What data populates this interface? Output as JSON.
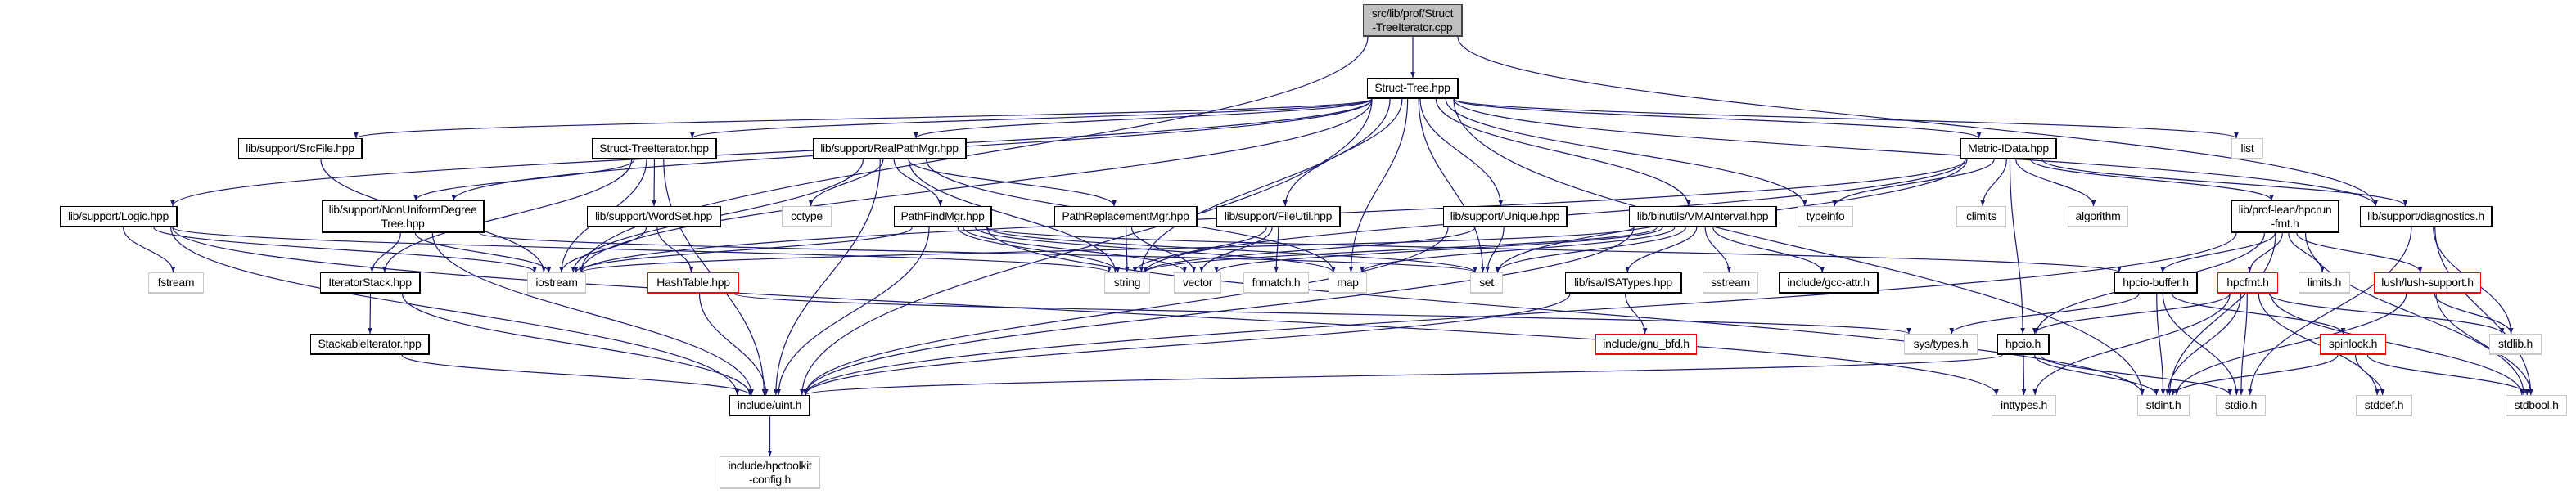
{
  "diagram": {
    "type": "include-dependency-graph",
    "edge_color": "#191970",
    "nodes": [
      {
        "id": "root",
        "label": "src/lib/prof/Struct\n-TreeIterator.cpp",
        "kind": "root"
      },
      {
        "id": "structtree",
        "label": "Struct-Tree.hpp",
        "kind": "doc"
      },
      {
        "id": "srcfile",
        "label": "lib/support/SrcFile.hpp",
        "kind": "doc"
      },
      {
        "id": "sti",
        "label": "Struct-TreeIterator.hpp",
        "kind": "doc"
      },
      {
        "id": "realpath",
        "label": "lib/support/RealPathMgr.hpp",
        "kind": "doc"
      },
      {
        "id": "metric",
        "label": "Metric-IData.hpp",
        "kind": "doc"
      },
      {
        "id": "list",
        "label": "list",
        "kind": "std"
      },
      {
        "id": "logic",
        "label": "lib/support/Logic.hpp",
        "kind": "doc"
      },
      {
        "id": "nonuniform",
        "label": "lib/support/NonUniformDegree\nTree.hpp",
        "kind": "doc"
      },
      {
        "id": "wordset",
        "label": "lib/support/WordSet.hpp",
        "kind": "doc"
      },
      {
        "id": "cctype",
        "label": "cctype",
        "kind": "std"
      },
      {
        "id": "pathfind",
        "label": "PathFindMgr.hpp",
        "kind": "doc"
      },
      {
        "id": "pathrepl",
        "label": "PathReplacementMgr.hpp",
        "kind": "doc"
      },
      {
        "id": "fileutil",
        "label": "lib/support/FileUtil.hpp",
        "kind": "doc"
      },
      {
        "id": "unique",
        "label": "lib/support/Unique.hpp",
        "kind": "doc"
      },
      {
        "id": "vma",
        "label": "lib/binutils/VMAInterval.hpp",
        "kind": "doc"
      },
      {
        "id": "typeinfo",
        "label": "typeinfo",
        "kind": "std"
      },
      {
        "id": "climits",
        "label": "climits",
        "kind": "std"
      },
      {
        "id": "algorithm",
        "label": "algorithm",
        "kind": "std"
      },
      {
        "id": "hpcrunfmt",
        "label": "lib/prof-lean/hpcrun\n-fmt.h",
        "kind": "doc"
      },
      {
        "id": "diagnostics",
        "label": "lib/support/diagnostics.h",
        "kind": "doc"
      },
      {
        "id": "fstream",
        "label": "fstream",
        "kind": "std"
      },
      {
        "id": "iterstack",
        "label": "IteratorStack.hpp",
        "kind": "doc"
      },
      {
        "id": "iostream",
        "label": "iostream",
        "kind": "std"
      },
      {
        "id": "hashtable",
        "label": "HashTable.hpp",
        "kind": "red"
      },
      {
        "id": "string",
        "label": "string",
        "kind": "std"
      },
      {
        "id": "vector",
        "label": "vector",
        "kind": "std"
      },
      {
        "id": "fnmatch",
        "label": "fnmatch.h",
        "kind": "std"
      },
      {
        "id": "map",
        "label": "map",
        "kind": "std"
      },
      {
        "id": "set",
        "label": "set",
        "kind": "std"
      },
      {
        "id": "isatypes",
        "label": "lib/isa/ISATypes.hpp",
        "kind": "doc"
      },
      {
        "id": "sstream",
        "label": "sstream",
        "kind": "std"
      },
      {
        "id": "gccattr",
        "label": "include/gcc-attr.h",
        "kind": "doc"
      },
      {
        "id": "hpciobuf",
        "label": "hpcio-buffer.h",
        "kind": "doc"
      },
      {
        "id": "hpcfmt",
        "label": "hpcfmt.h",
        "kind": "red"
      },
      {
        "id": "limits",
        "label": "limits.h",
        "kind": "std"
      },
      {
        "id": "lush",
        "label": "lush/lush-support.h",
        "kind": "red"
      },
      {
        "id": "stackable",
        "label": "StackableIterator.hpp",
        "kind": "doc"
      },
      {
        "id": "gnubfd",
        "label": "include/gnu_bfd.h",
        "kind": "red"
      },
      {
        "id": "systypes",
        "label": "sys/types.h",
        "kind": "std"
      },
      {
        "id": "hpcio",
        "label": "hpcio.h",
        "kind": "doc"
      },
      {
        "id": "spinlock",
        "label": "spinlock.h",
        "kind": "red"
      },
      {
        "id": "stdlib",
        "label": "stdlib.h",
        "kind": "std"
      },
      {
        "id": "uint",
        "label": "include/uint.h",
        "kind": "doc"
      },
      {
        "id": "inttypes",
        "label": "inttypes.h",
        "kind": "std"
      },
      {
        "id": "stdint",
        "label": "stdint.h",
        "kind": "std"
      },
      {
        "id": "stdio",
        "label": "stdio.h",
        "kind": "std"
      },
      {
        "id": "stddef",
        "label": "stddef.h",
        "kind": "std"
      },
      {
        "id": "stdbool",
        "label": "stdbool.h",
        "kind": "std"
      },
      {
        "id": "hpctkconfig",
        "label": "include/hpctoolkit\n-config.h",
        "kind": "std"
      }
    ],
    "edges": [
      [
        "root",
        "structtree"
      ],
      [
        "root",
        "iostream"
      ],
      [
        "root",
        "diagnostics"
      ],
      [
        "structtree",
        "srcfile"
      ],
      [
        "structtree",
        "sti"
      ],
      [
        "structtree",
        "realpath"
      ],
      [
        "structtree",
        "metric"
      ],
      [
        "structtree",
        "list"
      ],
      [
        "structtree",
        "logic"
      ],
      [
        "structtree",
        "nonuniform"
      ],
      [
        "structtree",
        "fileutil"
      ],
      [
        "structtree",
        "unique"
      ],
      [
        "structtree",
        "vma"
      ],
      [
        "structtree",
        "typeinfo"
      ],
      [
        "structtree",
        "diagnostics"
      ],
      [
        "structtree",
        "iostream"
      ],
      [
        "structtree",
        "string"
      ],
      [
        "structtree",
        "map"
      ],
      [
        "structtree",
        "set"
      ],
      [
        "structtree",
        "uint"
      ],
      [
        "structtree",
        "stdint"
      ],
      [
        "srcfile",
        "iostream"
      ],
      [
        "sti",
        "nonuniform"
      ],
      [
        "sti",
        "wordset"
      ],
      [
        "sti",
        "iostream"
      ],
      [
        "sti",
        "uint"
      ],
      [
        "sti",
        "iterstack"
      ],
      [
        "realpath",
        "cctype"
      ],
      [
        "realpath",
        "pathfind"
      ],
      [
        "realpath",
        "pathrepl"
      ],
      [
        "realpath",
        "string"
      ],
      [
        "realpath",
        "map"
      ],
      [
        "realpath",
        "iostream"
      ],
      [
        "realpath",
        "uint"
      ],
      [
        "metric",
        "typeinfo"
      ],
      [
        "metric",
        "climits"
      ],
      [
        "metric",
        "algorithm"
      ],
      [
        "metric",
        "hpcrunfmt"
      ],
      [
        "metric",
        "diagnostics"
      ],
      [
        "metric",
        "iostream"
      ],
      [
        "metric",
        "string"
      ],
      [
        "metric",
        "set"
      ],
      [
        "metric",
        "hpcio"
      ],
      [
        "logic",
        "fstream"
      ],
      [
        "logic",
        "iostream"
      ],
      [
        "logic",
        "string"
      ],
      [
        "logic",
        "uint"
      ],
      [
        "logic",
        "inttypes"
      ],
      [
        "nonuniform",
        "iterstack"
      ],
      [
        "nonuniform",
        "iostream"
      ],
      [
        "nonuniform",
        "uint"
      ],
      [
        "nonuniform",
        "set"
      ],
      [
        "wordset",
        "hashtable"
      ],
      [
        "wordset",
        "iostream"
      ],
      [
        "pathfind",
        "string"
      ],
      [
        "pathfind",
        "vector"
      ],
      [
        "pathfind",
        "map"
      ],
      [
        "pathfind",
        "set"
      ],
      [
        "pathfind",
        "iostream"
      ],
      [
        "pathfind",
        "uint"
      ],
      [
        "pathfind",
        "stdint"
      ],
      [
        "pathfind",
        "hpciobuf"
      ],
      [
        "pathrepl",
        "string"
      ],
      [
        "pathrepl",
        "vector"
      ],
      [
        "fileutil",
        "string"
      ],
      [
        "fileutil",
        "vector"
      ],
      [
        "fileutil",
        "fnmatch"
      ],
      [
        "unique",
        "string"
      ],
      [
        "unique",
        "set"
      ],
      [
        "unique",
        "uint"
      ],
      [
        "vma",
        "string"
      ],
      [
        "vma",
        "vector"
      ],
      [
        "vma",
        "map"
      ],
      [
        "vma",
        "set"
      ],
      [
        "vma",
        "isatypes"
      ],
      [
        "vma",
        "sstream"
      ],
      [
        "vma",
        "gccattr"
      ],
      [
        "vma",
        "iostream"
      ],
      [
        "vma",
        "uint"
      ],
      [
        "hpcrunfmt",
        "hpciobuf"
      ],
      [
        "hpcrunfmt",
        "hpcfmt"
      ],
      [
        "hpcrunfmt",
        "limits"
      ],
      [
        "hpcrunfmt",
        "lush"
      ],
      [
        "hpcrunfmt",
        "stdbool"
      ],
      [
        "hpcrunfmt",
        "hpcio"
      ],
      [
        "hpcrunfmt",
        "uint"
      ],
      [
        "hpcrunfmt",
        "stdint"
      ],
      [
        "diagnostics",
        "stdlib"
      ],
      [
        "diagnostics",
        "stdio"
      ],
      [
        "diagnostics",
        "stdbool"
      ],
      [
        "iterstack",
        "stackable"
      ],
      [
        "iterstack",
        "uint"
      ],
      [
        "hashtable",
        "uint"
      ],
      [
        "hashtable",
        "systypes"
      ],
      [
        "isatypes",
        "gnubfd"
      ],
      [
        "isatypes",
        "uint"
      ],
      [
        "hpciobuf",
        "systypes"
      ],
      [
        "hpciobuf",
        "stdint"
      ],
      [
        "hpciobuf",
        "stdio"
      ],
      [
        "hpciobuf",
        "spinlock"
      ],
      [
        "hpcfmt",
        "hpcio"
      ],
      [
        "hpcfmt",
        "stdint"
      ],
      [
        "hpcfmt",
        "stdio"
      ],
      [
        "hpcfmt",
        "inttypes"
      ],
      [
        "hpcfmt",
        "stdlib"
      ],
      [
        "hpcfmt",
        "stddef"
      ],
      [
        "hpcfmt",
        "stdbool"
      ],
      [
        "lush",
        "stdint"
      ],
      [
        "lush",
        "stdlib"
      ],
      [
        "lush",
        "stdbool"
      ],
      [
        "stackable",
        "uint"
      ],
      [
        "hpcio",
        "stdint"
      ],
      [
        "hpcio",
        "stdio"
      ],
      [
        "hpcio",
        "inttypes"
      ],
      [
        "hpcio",
        "uint"
      ],
      [
        "spinlock",
        "stdint"
      ],
      [
        "spinlock",
        "stddef"
      ],
      [
        "spinlock",
        "stdbool"
      ],
      [
        "uint",
        "hpctkconfig"
      ]
    ]
  }
}
